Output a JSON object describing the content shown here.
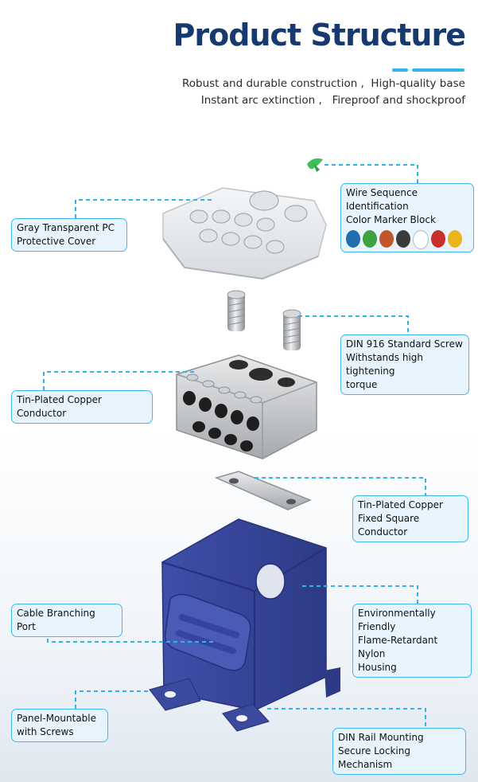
{
  "header": {
    "title": "Product Structure",
    "subtitle_line1": "Robust and durable construction ,  High-quality base",
    "subtitle_line2": "Instant arc extinction ,   Fireproof and shockproof"
  },
  "labels": {
    "marker_block_line1": "Wire Sequence Identification",
    "marker_block_line2": "Color Marker Block",
    "cover_line1": "Gray Transparent PC",
    "cover_line2": "Protective Cover",
    "screw_line1": "DIN 916 Standard Screw",
    "screw_line2": "Withstands high tightening",
    "screw_line3": "torque",
    "conductor": "Tin-Plated Copper Conductor",
    "square_line1": "Tin-Plated Copper",
    "square_line2": "Fixed Square Conductor",
    "branch": "Cable Branching Port",
    "housing_line1": "Environmentally Friendly",
    "housing_line2": "Flame-Retardant Nylon",
    "housing_line3": "Housing",
    "panel_line1": "Panel-Mountable",
    "panel_line2": "with Screws",
    "din_line1": "DIN Rail Mounting",
    "din_line2": "Secure Locking Mechanism"
  },
  "marker_colors": [
    "#1f6fb0",
    "#3fa13f",
    "#c2562b",
    "#3b3b3b",
    "#ffffff",
    "#c8302a",
    "#e8b51c"
  ],
  "colors": {
    "accent": "#41b8ec",
    "title": "#163a6e",
    "housing": "#3b4a9c"
  }
}
